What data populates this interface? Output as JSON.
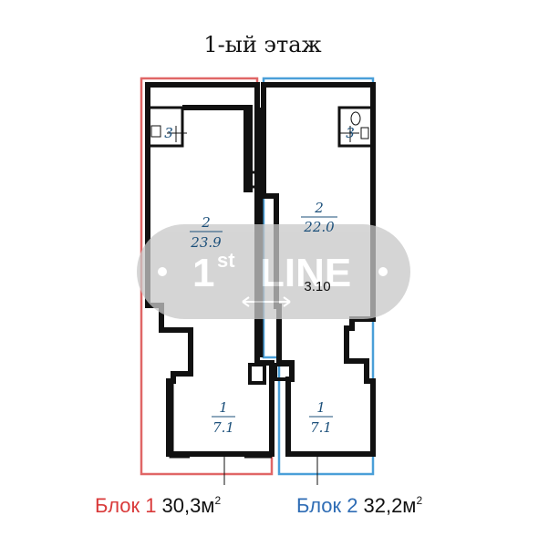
{
  "title": "1-ый этаж",
  "watermark": {
    "prefix": "1",
    "sup": "st",
    "word": "LINE"
  },
  "rooms": {
    "b1_bath": "3",
    "b2_bath": "3",
    "b1_main_num": "2",
    "b1_main_area": "23.9",
    "b2_main_num": "2",
    "b2_main_area": "22.0",
    "ceiling": "3.10",
    "b1_vest_num": "1",
    "b1_vest_area": "7.1",
    "b2_vest_num": "1",
    "b2_vest_area": "7.1"
  },
  "blocks": [
    {
      "label": "Блок 1",
      "area": "30,3м",
      "sup": "2",
      "color": "#d93a3a"
    },
    {
      "label": "Блок 2",
      "area": "32,2м",
      "sup": "2",
      "color": "#2f6db5"
    }
  ],
  "colors": {
    "block1_outline": "#e06666",
    "block2_outline": "#4a9fd8",
    "wall": "#111111",
    "label": "#1b4f7a"
  }
}
